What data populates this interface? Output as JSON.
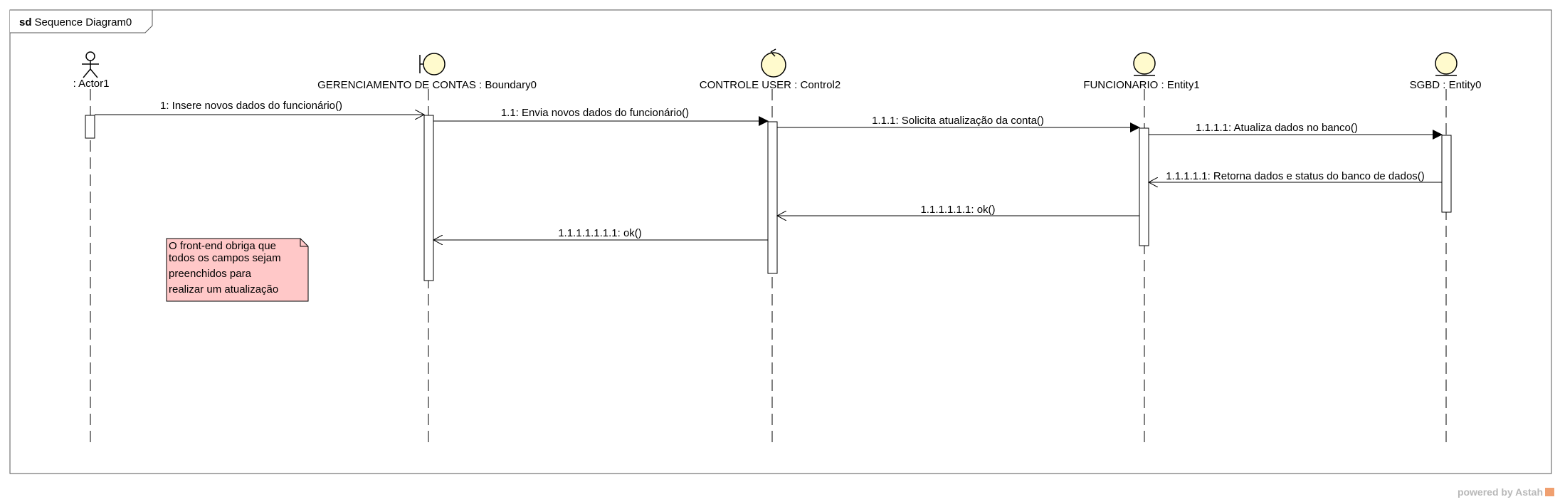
{
  "frame": {
    "keyword": "sd",
    "name": "Sequence Diagram0"
  },
  "lifelines": {
    "actor": {
      "label": ": Actor1"
    },
    "boundary": {
      "label": "GERENCIAMENTO DE CONTAS : Boundary0"
    },
    "control": {
      "label": "CONTROLE USER : Control2"
    },
    "entity1": {
      "label": "FUNCIONARIO : Entity1"
    },
    "entity0": {
      "label": "SGBD : Entity0"
    }
  },
  "messages": {
    "m1": "1: Insere novos dados do funcionário()",
    "m2": "1.1: Envia novos dados do funcionário()",
    "m3": "1.1.1: Solicita atualização da conta()",
    "m4": "1.1.1.1: Atualiza dados no banco()",
    "m5": "1.1.1.1.1: Retorna dados e status do banco de dados()",
    "m6": "1.1.1.1.1.1: ok()",
    "m7": "1.1.1.1.1.1.1: ok()"
  },
  "note": {
    "lines": [
      "O front-end obriga que",
      "todos os campos sejam",
      "preenchidos para",
      "realizar um atualização"
    ],
    "color": "#ffc8c8"
  },
  "watermark": {
    "text": "powered by Astah"
  },
  "colors": {
    "icon_fill": "#fffacd",
    "note_fill": "#ffc8c8",
    "line": "#000000"
  }
}
